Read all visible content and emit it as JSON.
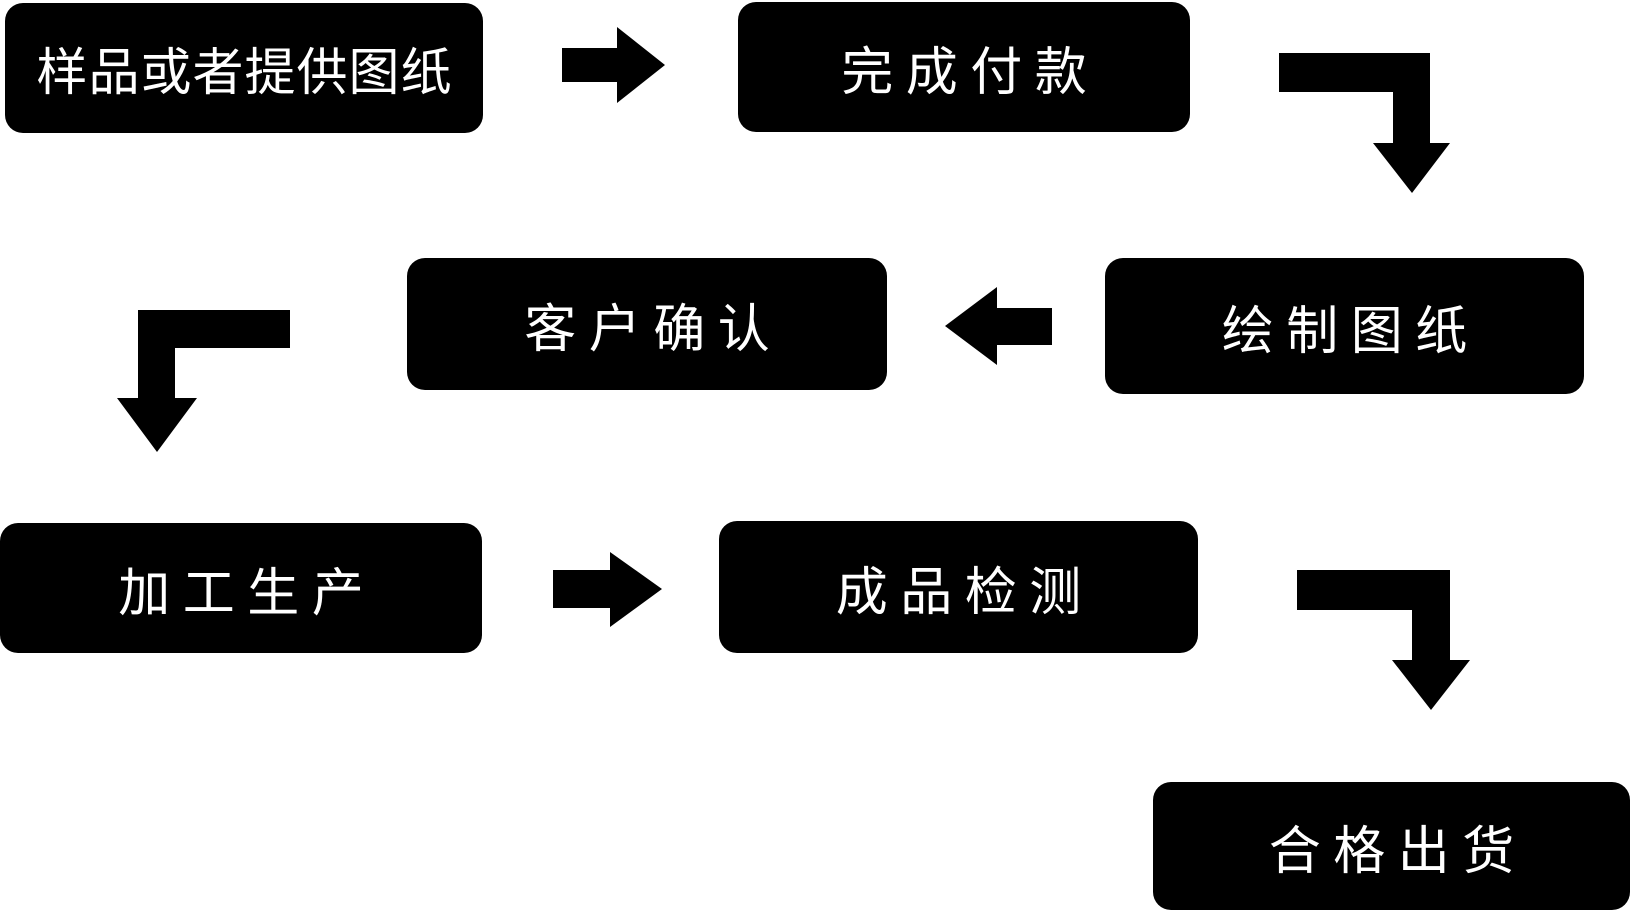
{
  "diagram": {
    "type": "flowchart",
    "background_color": "#ffffff",
    "node_bg_color": "#000000",
    "node_text_color": "#ffffff",
    "arrow_color": "#000000",
    "nodes": [
      {
        "id": "sample",
        "label": "样品或者提供图纸"
      },
      {
        "id": "payment",
        "label": "完成付款"
      },
      {
        "id": "draw",
        "label": "绘制图纸"
      },
      {
        "id": "confirm",
        "label": "客户确认"
      },
      {
        "id": "produce",
        "label": "加工生产"
      },
      {
        "id": "inspect",
        "label": "成品检测"
      },
      {
        "id": "ship",
        "label": "合格出货"
      }
    ],
    "edges": [
      {
        "from": "sample",
        "to": "payment",
        "shape": "straight-right"
      },
      {
        "from": "payment",
        "to": "draw",
        "shape": "elbow-right-down"
      },
      {
        "from": "draw",
        "to": "confirm",
        "shape": "straight-left"
      },
      {
        "from": "confirm",
        "to": "produce",
        "shape": "elbow-left-down"
      },
      {
        "from": "produce",
        "to": "inspect",
        "shape": "straight-right"
      },
      {
        "from": "inspect",
        "to": "ship",
        "shape": "elbow-right-down"
      }
    ]
  }
}
